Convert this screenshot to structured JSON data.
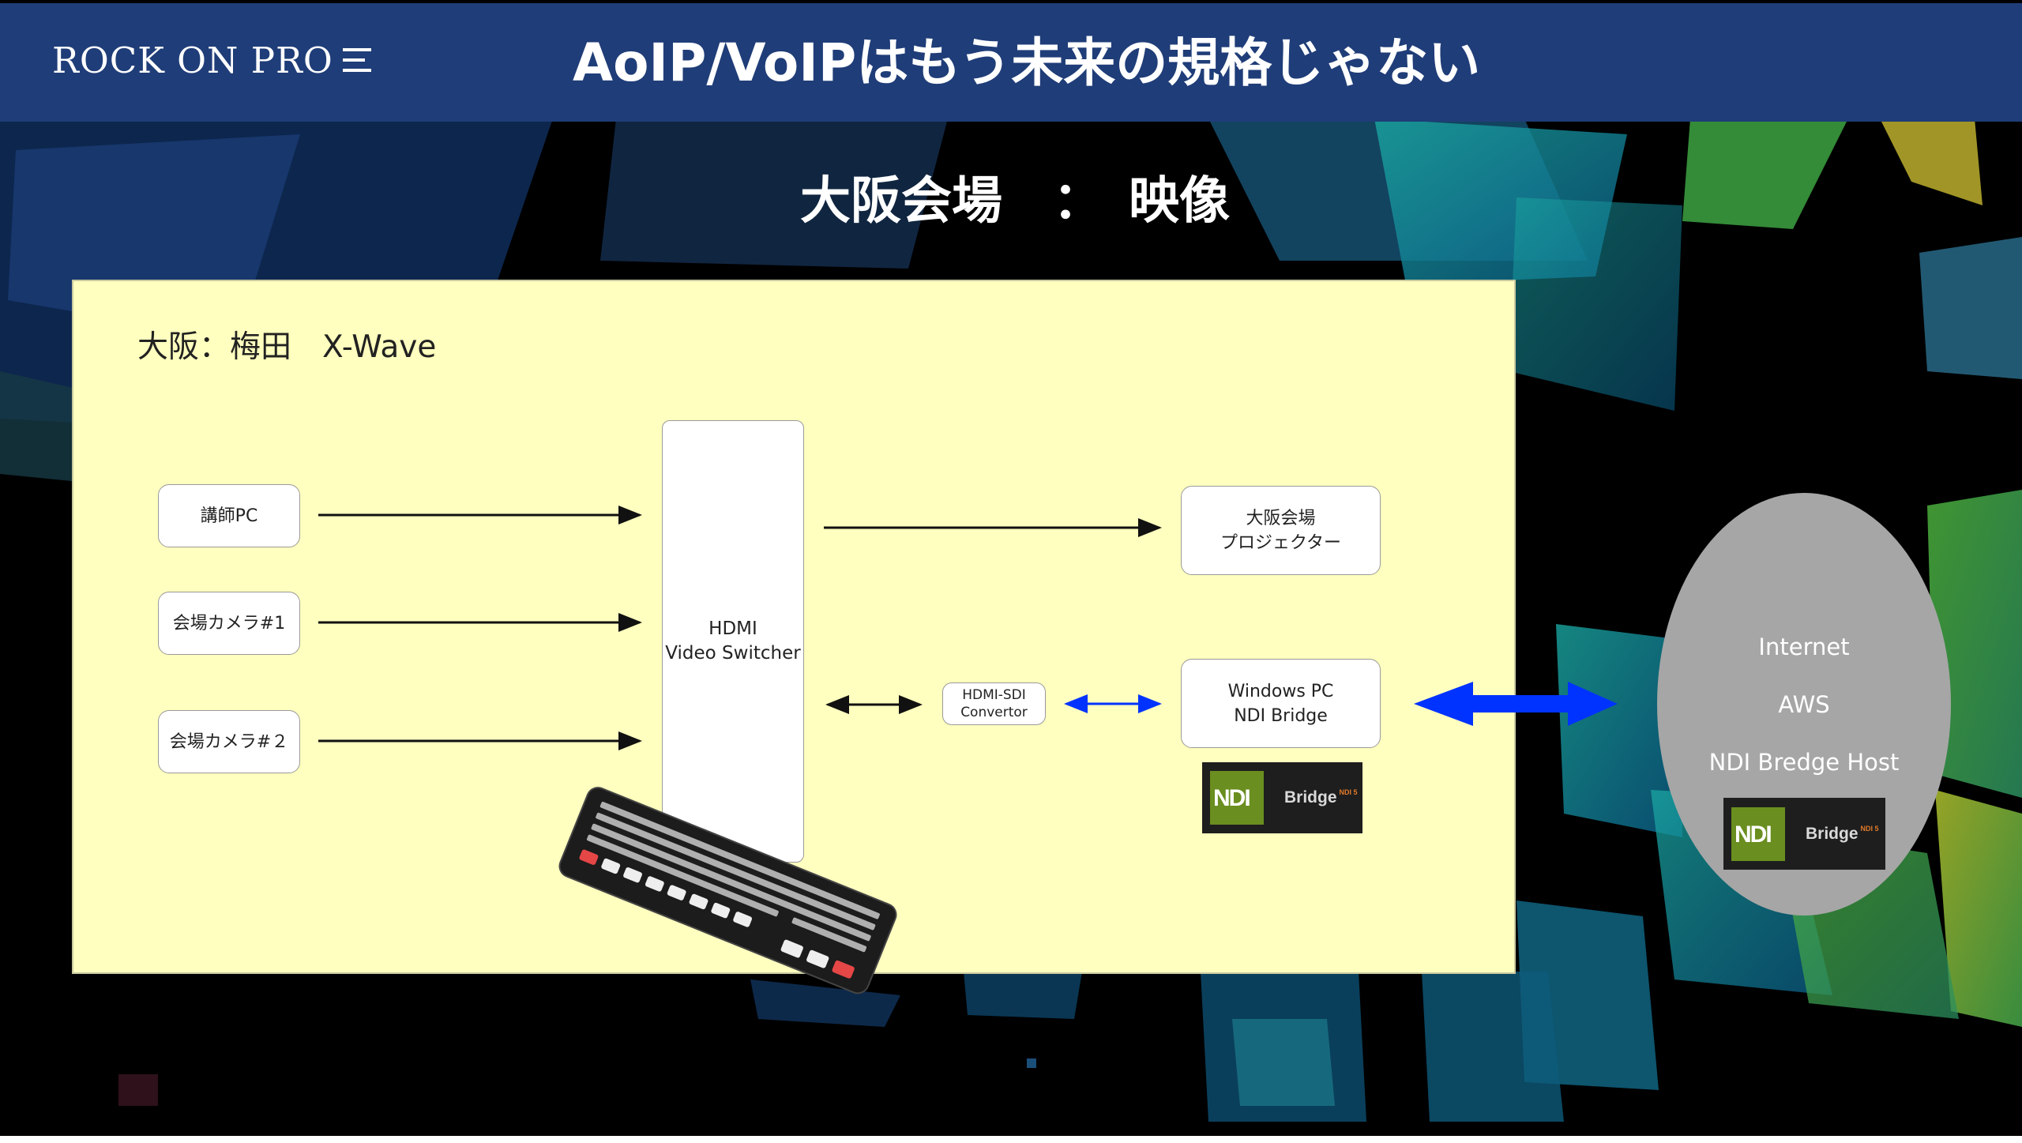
{
  "header": {
    "logo_text": "ROCK ON PRO",
    "title": "AoIP/VoIPはもう未来の規格じゃない"
  },
  "slide": {
    "subtitle": "大阪会場　：　映像",
    "venue_label": "大阪：梅田　X-Wave"
  },
  "diagram": {
    "inputs": [
      {
        "label": "講師PC"
      },
      {
        "label": "会場カメラ#1"
      },
      {
        "label": "会場カメラ#２"
      }
    ],
    "switcher_label": "HDMI\nVideo Switcher",
    "converter_label": "HDMI-SDI\nConvertor",
    "projector_label": "大阪会場\nプロジェクター",
    "windows_pc_label": "Windows PC\nNDI Bridge",
    "ndi_logo": {
      "mark": "NDI",
      "label": "Bridge",
      "badge": "NDI 5"
    },
    "cloud": {
      "lines": [
        "Internet",
        "AWS",
        "NDI Bredge Host"
      ],
      "ndi_logo": {
        "mark": "NDI",
        "label": "Bridge",
        "badge": "NDI 5"
      }
    }
  },
  "colors": {
    "header_bg": "#1f3d78",
    "panel_bg": "#ffffbf",
    "blue_arrow": "#0033ff",
    "cloud_bg": "#a6a6a6",
    "ndi_green": "#6a8e1f"
  }
}
